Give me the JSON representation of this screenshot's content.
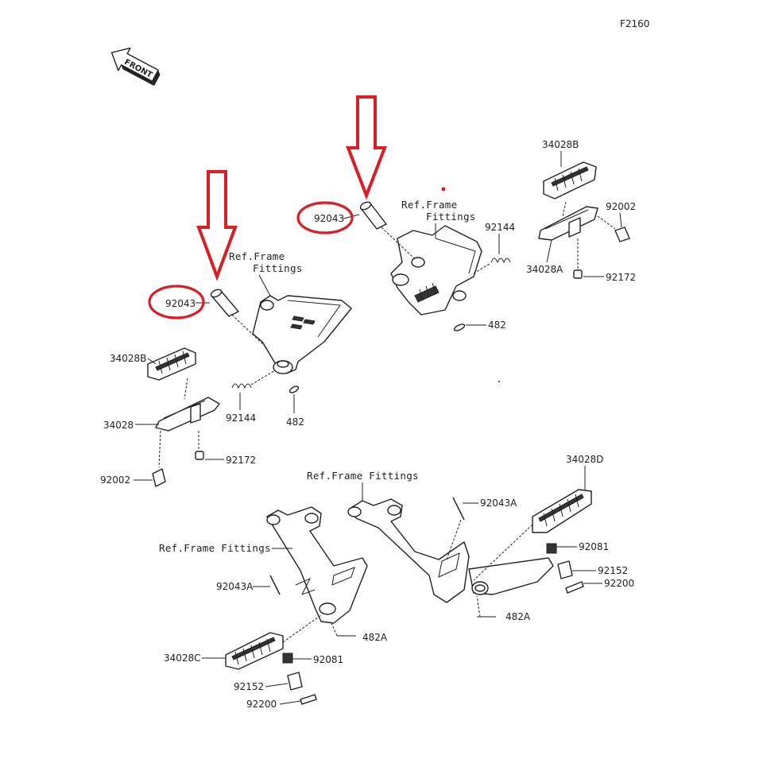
{
  "figure_id": "F2160",
  "front_label": "FRONT",
  "colors": {
    "highlight": "#d81f26",
    "line": "#222222",
    "background": "#ffffff"
  },
  "labels": {
    "top_left": {
      "ref_line1": "Ref.Frame",
      "ref_line2": "Fittings",
      "p92043": "92043",
      "p34028B": "34028B",
      "p34028": "34028",
      "p92144": "92144",
      "p482": "482",
      "p92172": "92172",
      "p92002": "92002"
    },
    "top_right": {
      "ref_line1": "Ref.Frame",
      "ref_line2": "Fittings",
      "p92043": "92043",
      "p34028B": "34028B",
      "p92002": "92002",
      "p92144": "92144",
      "p34028A": "34028A",
      "p92172": "92172",
      "p482": "482"
    },
    "bottom_left": {
      "ref": "Ref.Frame Fittings",
      "p92043A": "92043A",
      "p482A": "482A",
      "p34028C": "34028C",
      "p92081": "92081",
      "p92152": "92152",
      "p92200": "92200"
    },
    "bottom_right": {
      "ref": "Ref.Frame Fittings",
      "p34028D": "34028D",
      "p92043A": "92043A",
      "p92081": "92081",
      "p92152": "92152",
      "p92200": "92200",
      "p482A": "482A"
    }
  }
}
